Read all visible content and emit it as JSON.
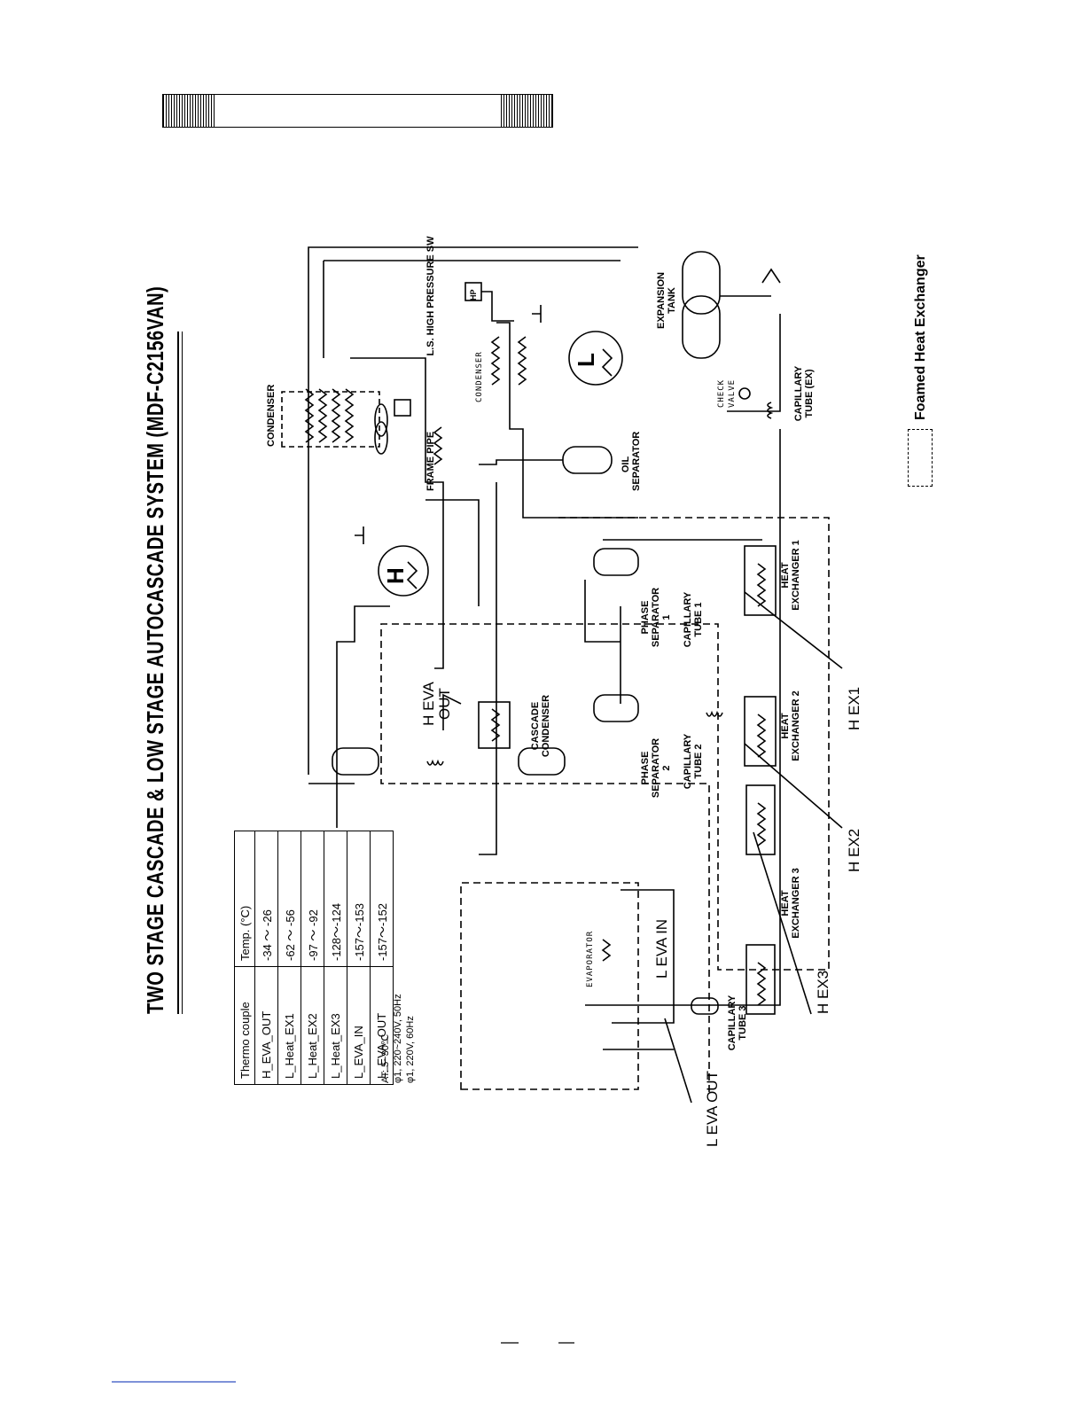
{
  "title": "TWO STAGE CASCADE & LOW STAGE AUTOCASCADE SYSTEM (MDF-C2156VAN)",
  "thermocouple_table": {
    "headers": [
      "Thermo couple",
      "Temp. (°C)"
    ],
    "rows": [
      [
        "H_EVA_OUT",
        "-34 ～ -26"
      ],
      [
        "L_Heat_EX1",
        "-62 ～ -56"
      ],
      [
        "L_Heat_EX2",
        "-97 ～ -92"
      ],
      [
        "L_Heat_EX3",
        "-128～-124"
      ],
      [
        "L_EVA_IN",
        "-157～-153"
      ],
      [
        "L_EVA_OUT",
        "-157～-152"
      ]
    ]
  },
  "notes": [
    "AT: 5~30℃",
    "φ1, 220~240V, 50Hz",
    "φ1, 220V, 60Hz"
  ],
  "components": {
    "condenser_main": "CONDENSER",
    "frame_pipe": "FRAME PIPE",
    "compressor_h": "H",
    "compressor_l": "L",
    "hp_switch": "L.S. HIGH PRESSURE SW",
    "hp_box": "HP",
    "condenser_l": "CONDENSER",
    "oil_separator": "OIL SEPARATOR",
    "expansion_tank": "EXPANSION TANK",
    "check_valve": "CHECK VALVE",
    "capillary_ex": "CAPILLARY TUBE (EX)",
    "cascade_condenser": "CASCADE CONDENSER",
    "phase_sep_1": "PHASE SEPARATOR 1",
    "capillary_1": "CAPILLARY TUBE 1",
    "heat_ex_1": "HEAT EXCHANGER 1",
    "phase_sep_2": "PHASE SEPARATOR 2",
    "capillary_2": "CAPILLARY TUBE 2",
    "heat_ex_2": "HEAT EXCHANGER 2",
    "heat_ex_3": "HEAT EXCHANGER 3",
    "evaporator": "EVAPORATOR",
    "capillary_3": "CAPILLARY TUBE 3"
  },
  "point_labels": {
    "h_eva_out": "H EVA OUT",
    "hex1": "H EX1",
    "hex2": "H EX2",
    "hex3": "H EX3",
    "l_eva_in": "L EVA IN",
    "l_eva_out": "L EVA OUT"
  },
  "legend": "Foamed Heat Exchanger"
}
